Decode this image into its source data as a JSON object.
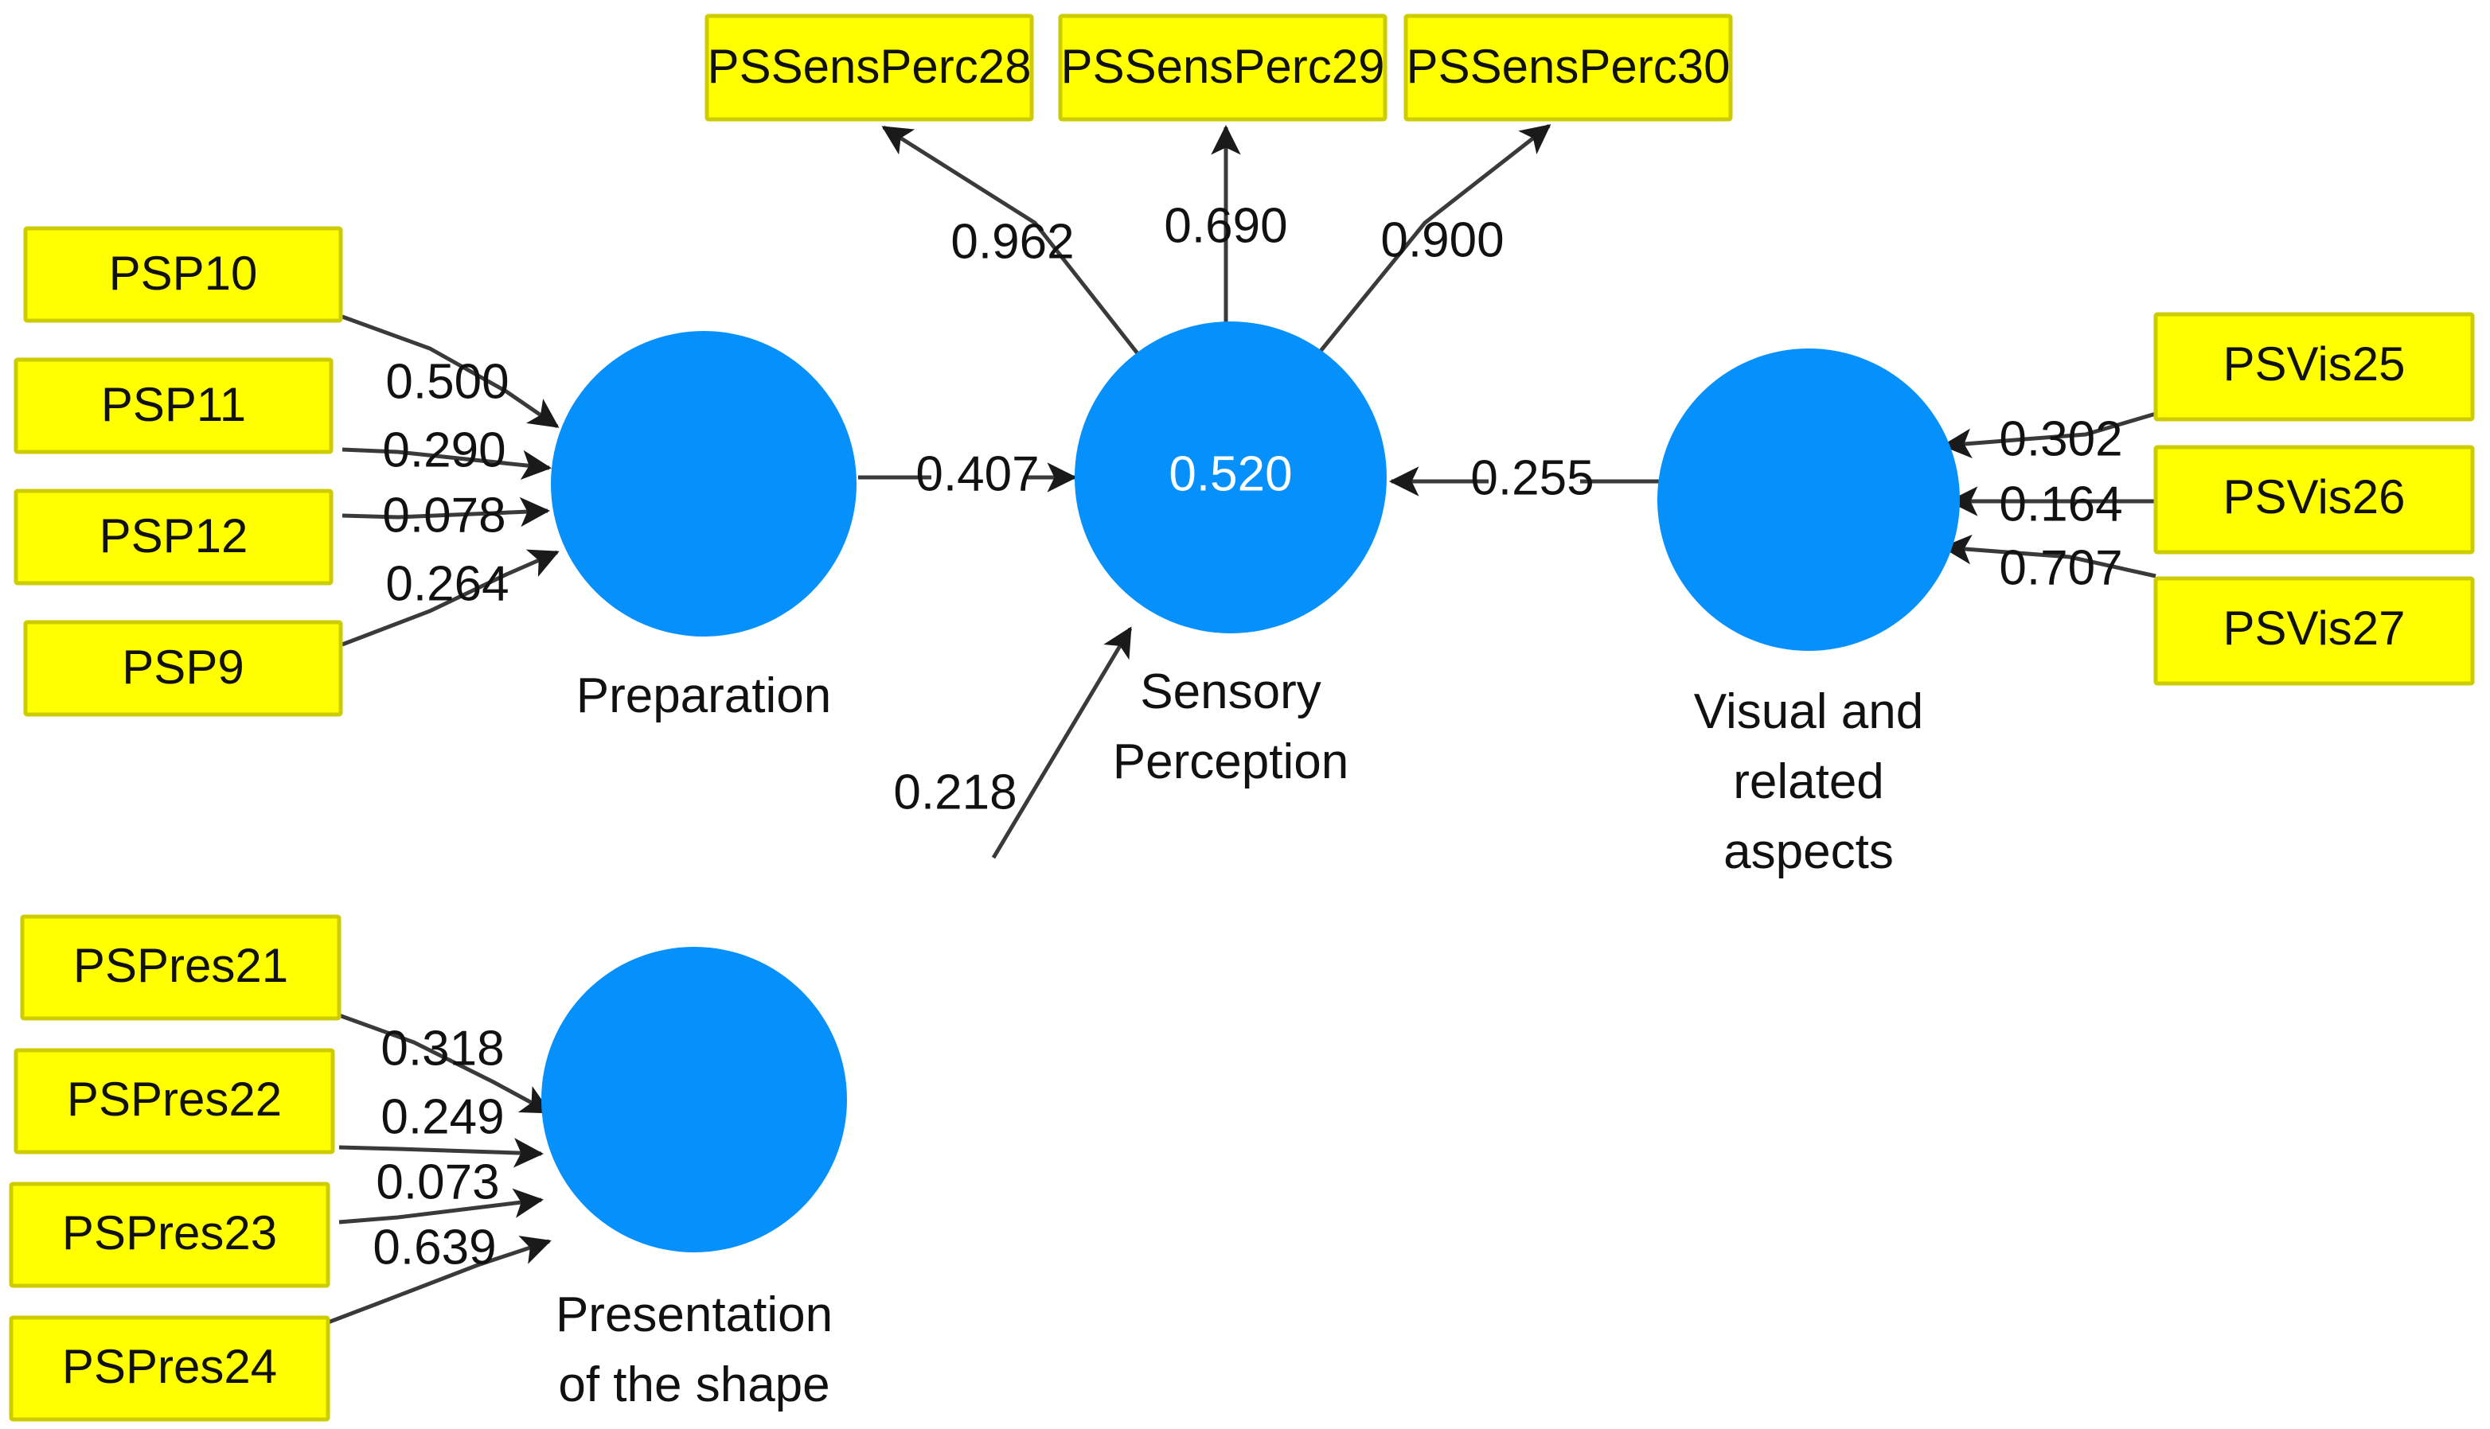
{
  "diagram": {
    "title": "PLS-SEM path model: Sensory Perception",
    "colors": {
      "indicator_fill": "#ffff00",
      "indicator_border": "#cccc00",
      "construct_fill": "#0690fb",
      "edge": "#3a3a3a",
      "r2_text": "#ffffff",
      "label_text": "#111111",
      "background": "#ffffff"
    },
    "constructs": [
      {
        "id": "preparation",
        "label_lines": [
          "Preparation"
        ],
        "r2": ""
      },
      {
        "id": "sensory",
        "label_lines": [
          "Sensory",
          "Perception"
        ],
        "r2": "0.520"
      },
      {
        "id": "visual",
        "label_lines": [
          "Visual and",
          "related",
          "aspects"
        ],
        "r2": ""
      },
      {
        "id": "presentation",
        "label_lines": [
          "Presentation",
          "of the shape"
        ],
        "r2": ""
      }
    ],
    "indicators": [
      {
        "id": "psp10",
        "label": "PSP10"
      },
      {
        "id": "psp11",
        "label": "PSP11"
      },
      {
        "id": "psp12",
        "label": "PSP12"
      },
      {
        "id": "psp9",
        "label": "PSP9"
      },
      {
        "id": "pssp28",
        "label": "PSSensPerc28"
      },
      {
        "id": "pssp29",
        "label": "PSSensPerc29"
      },
      {
        "id": "pssp30",
        "label": "PSSensPerc30"
      },
      {
        "id": "psvis25",
        "label": "PSVis25"
      },
      {
        "id": "psvis26",
        "label": "PSVis26"
      },
      {
        "id": "psvis27",
        "label": "PSVis27"
      },
      {
        "id": "pspres21",
        "label": "PSPres21"
      },
      {
        "id": "pspres22",
        "label": "PSPres22"
      },
      {
        "id": "pspres23",
        "label": "PSPres23"
      },
      {
        "id": "pspres24",
        "label": "PSPres24"
      }
    ],
    "outer_loadings": [
      {
        "from": "psp10",
        "to": "preparation",
        "value": "0.500"
      },
      {
        "from": "psp11",
        "to": "preparation",
        "value": "0.290"
      },
      {
        "from": "psp12",
        "to": "preparation",
        "value": "0.078"
      },
      {
        "from": "psp9",
        "to": "preparation",
        "value": "0.264"
      },
      {
        "from": "sensory",
        "to": "pssp28",
        "value": "0.962"
      },
      {
        "from": "sensory",
        "to": "pssp29",
        "value": "0.690"
      },
      {
        "from": "sensory",
        "to": "pssp30",
        "value": "0.900"
      },
      {
        "from": "psvis25",
        "to": "visual",
        "value": "0.302"
      },
      {
        "from": "psvis26",
        "to": "visual",
        "value": "0.164"
      },
      {
        "from": "psvis27",
        "to": "visual",
        "value": "0.707"
      },
      {
        "from": "pspres21",
        "to": "presentation",
        "value": "0.318"
      },
      {
        "from": "pspres22",
        "to": "presentation",
        "value": "0.249"
      },
      {
        "from": "pspres23",
        "to": "presentation",
        "value": "0.073"
      },
      {
        "from": "pspres24",
        "to": "presentation",
        "value": "0.639"
      }
    ],
    "path_coefficients": [
      {
        "from": "preparation",
        "to": "sensory",
        "value": "0.407"
      },
      {
        "from": "visual",
        "to": "sensory",
        "value": "0.255"
      },
      {
        "from": "presentation",
        "to": "sensory",
        "value": "0.218"
      }
    ],
    "r_squared": {
      "sensory": "0.520"
    }
  },
  "chart_data": {
    "type": "diagram",
    "title": "PLS-SEM path model: Sensory Perception",
    "nodes": {
      "latent": [
        "Preparation",
        "Sensory Perception",
        "Visual and related aspects",
        "Presentation of the shape"
      ],
      "observed": [
        "PSP10",
        "PSP11",
        "PSP12",
        "PSP9",
        "PSSensPerc28",
        "PSSensPerc29",
        "PSSensPerc30",
        "PSVis25",
        "PSVis26",
        "PSVis27",
        "PSPres21",
        "PSPres22",
        "PSPres23",
        "PSPres24"
      ]
    },
    "edges": [
      {
        "source": "PSP10",
        "target": "Preparation",
        "weight": 0.5,
        "kind": "outer"
      },
      {
        "source": "PSP11",
        "target": "Preparation",
        "weight": 0.29,
        "kind": "outer"
      },
      {
        "source": "PSP12",
        "target": "Preparation",
        "weight": 0.078,
        "kind": "outer"
      },
      {
        "source": "PSP9",
        "target": "Preparation",
        "weight": 0.264,
        "kind": "outer"
      },
      {
        "source": "Sensory Perception",
        "target": "PSSensPerc28",
        "weight": 0.962,
        "kind": "outer"
      },
      {
        "source": "Sensory Perception",
        "target": "PSSensPerc29",
        "weight": 0.69,
        "kind": "outer"
      },
      {
        "source": "Sensory Perception",
        "target": "PSSensPerc30",
        "weight": 0.9,
        "kind": "outer"
      },
      {
        "source": "PSVis25",
        "target": "Visual and related aspects",
        "weight": 0.302,
        "kind": "outer"
      },
      {
        "source": "PSVis26",
        "target": "Visual and related aspects",
        "weight": 0.164,
        "kind": "outer"
      },
      {
        "source": "PSVis27",
        "target": "Visual and related aspects",
        "weight": 0.707,
        "kind": "outer"
      },
      {
        "source": "PSPres21",
        "target": "Presentation of the shape",
        "weight": 0.318,
        "kind": "outer"
      },
      {
        "source": "PSPres22",
        "target": "Presentation of the shape",
        "weight": 0.249,
        "kind": "outer"
      },
      {
        "source": "PSPres23",
        "target": "Presentation of the shape",
        "weight": 0.073,
        "kind": "outer"
      },
      {
        "source": "PSPres24",
        "target": "Presentation of the shape",
        "weight": 0.639,
        "kind": "outer"
      },
      {
        "source": "Preparation",
        "target": "Sensory Perception",
        "weight": 0.407,
        "kind": "structural"
      },
      {
        "source": "Visual and related aspects",
        "target": "Sensory Perception",
        "weight": 0.255,
        "kind": "structural"
      },
      {
        "source": "Presentation of the shape",
        "target": "Sensory Perception",
        "weight": 0.218,
        "kind": "structural"
      }
    ],
    "r_squared": {
      "Sensory Perception": 0.52
    }
  }
}
